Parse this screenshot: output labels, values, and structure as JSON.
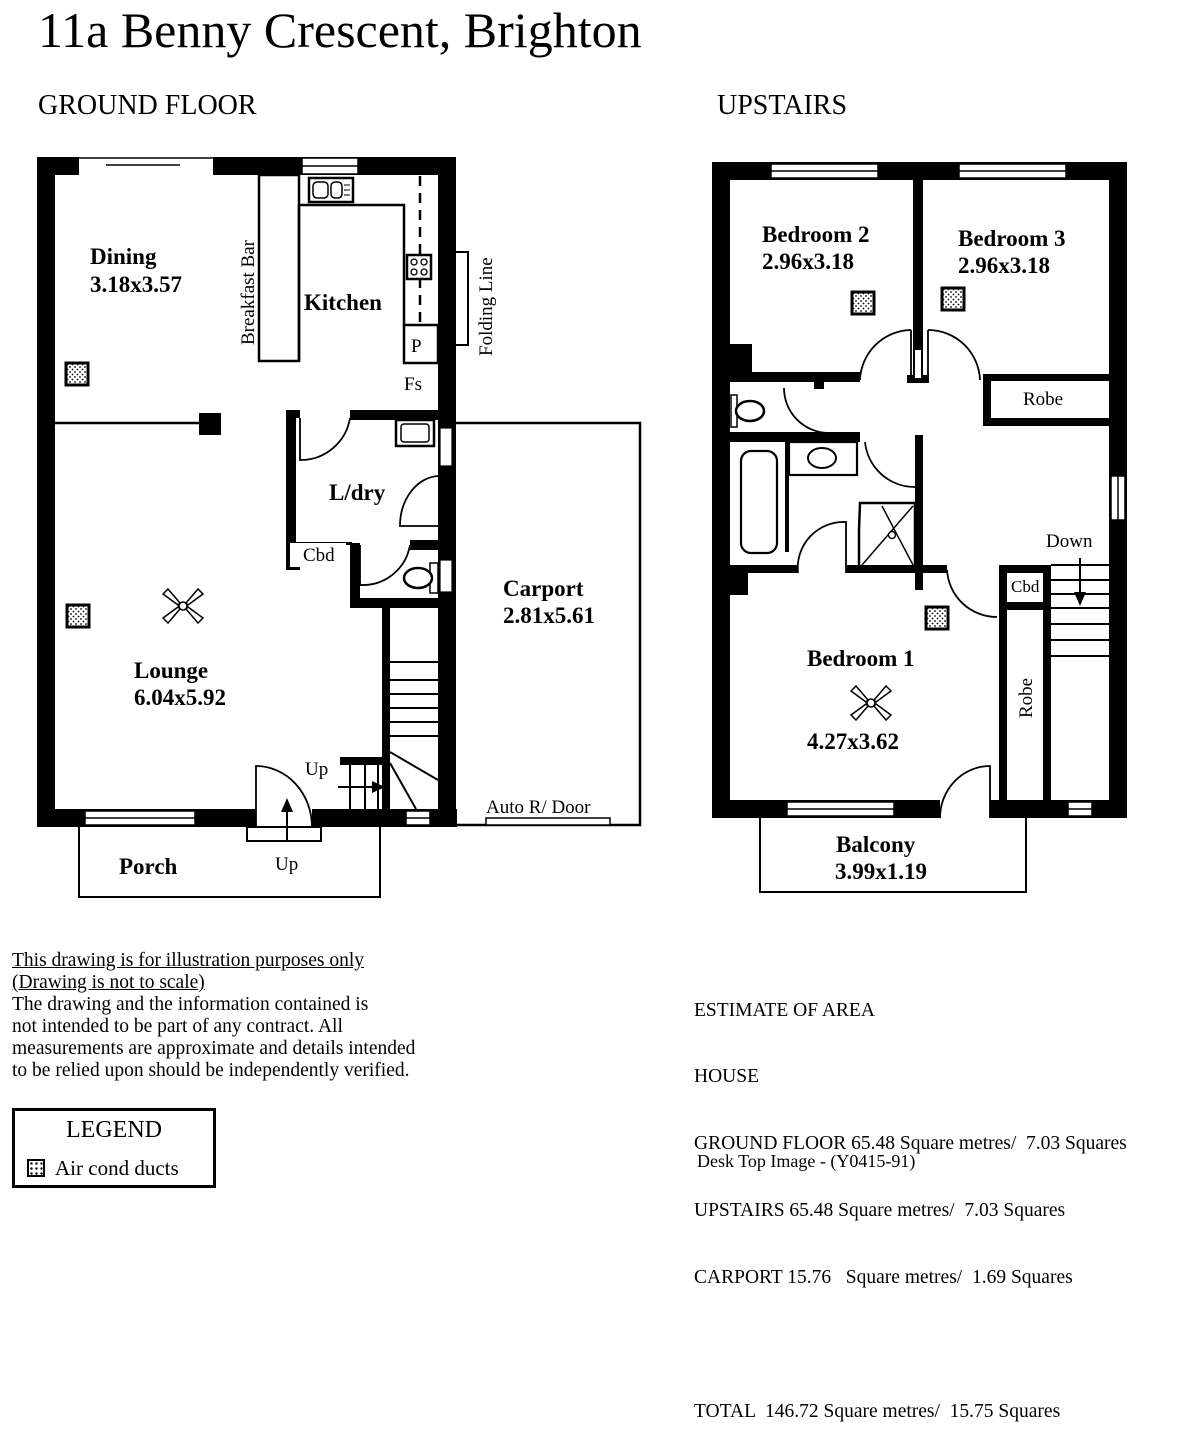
{
  "title": "11a Benny Crescent, Brighton",
  "floors": {
    "ground": {
      "label": "GROUND FLOOR",
      "rooms": {
        "dining": {
          "name": "Dining",
          "size": "3.18x3.57"
        },
        "kitchen": {
          "name": "Kitchen"
        },
        "breakfast_bar": "Breakfast Bar",
        "folding_line": "Folding Line",
        "pantry": "P",
        "fridge_space": "Fs",
        "laundry": {
          "name": "L/dry"
        },
        "cupboard": "Cbd",
        "lounge": {
          "name": "Lounge",
          "size": "6.04x5.92"
        },
        "carport": {
          "name": "Carport",
          "size": "2.81x5.61"
        },
        "porch": {
          "name": "Porch"
        },
        "auto_door": "Auto R/ Door",
        "stairs_up": "Up",
        "porch_up": "Up"
      }
    },
    "upstairs": {
      "label": "UPSTAIRS",
      "rooms": {
        "bedroom2": {
          "name": "Bedroom 2",
          "size": "2.96x3.18"
        },
        "bedroom3": {
          "name": "Bedroom 3",
          "size": "2.96x3.18"
        },
        "robe_top": "Robe",
        "bedroom1": {
          "name": "Bedroom 1",
          "size": "4.27x3.62"
        },
        "robe_side": "Robe",
        "cupboard": "Cbd",
        "stairs_down": "Down",
        "balcony": {
          "name": "Balcony",
          "size": "3.99x1.19"
        }
      }
    }
  },
  "disclaimer": {
    "line1": "This drawing is for illustration purposes only",
    "line2": "(Drawing is not to scale)",
    "body": [
      "The drawing and the information contained is",
      "not intended to be part of any contract.  All",
      "measurements are approximate and details intended",
      "to be relied upon should be independently verified."
    ]
  },
  "legend": {
    "title": "LEGEND",
    "items": [
      {
        "icon": "air-duct-icon",
        "label": "Air cond ducts"
      }
    ]
  },
  "area_estimate": {
    "heading": "ESTIMATE OF AREA",
    "subheading": "HOUSE",
    "rows": [
      "GROUND FLOOR 65.48 Square metres/  7.03 Squares",
      "UPSTAIRS 65.48 Square metres/  7.03 Squares",
      "CARPORT 15.76   Square metres/  1.69 Squares"
    ],
    "total": "TOTAL  146.72 Square metres/  15.75 Squares"
  },
  "credit": "Desk Top Image - (Y0415-91)"
}
